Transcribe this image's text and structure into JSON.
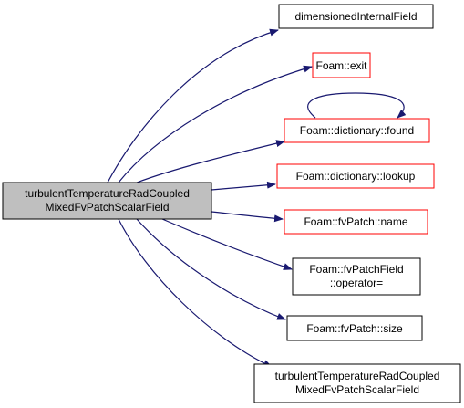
{
  "source": {
    "line1": "turbulentTemperatureRadCoupled",
    "line2": "MixedFvPatchScalarField"
  },
  "targets": [
    {
      "lines": [
        "dimensionedInternalField"
      ],
      "link": false
    },
    {
      "lines": [
        "Foam::exit"
      ],
      "link": true
    },
    {
      "lines": [
        "Foam::dictionary::found"
      ],
      "link": true,
      "self_loop": true
    },
    {
      "lines": [
        "Foam::dictionary::lookup"
      ],
      "link": true
    },
    {
      "lines": [
        "Foam::fvPatch::name"
      ],
      "link": true
    },
    {
      "lines": [
        "Foam::fvPatchField",
        "::operator="
      ],
      "link": false
    },
    {
      "lines": [
        "Foam::fvPatch::size"
      ],
      "link": false
    },
    {
      "lines": [
        "turbulentTemperatureRadCoupled",
        "MixedFvPatchScalarField"
      ],
      "link": false
    }
  ],
  "colors": {
    "edge": "#191970",
    "link_border": "#ff0000",
    "normal_border": "#000000",
    "source_fill": "#bfbfbf",
    "node_fill": "#ffffff",
    "text": "#000000"
  }
}
